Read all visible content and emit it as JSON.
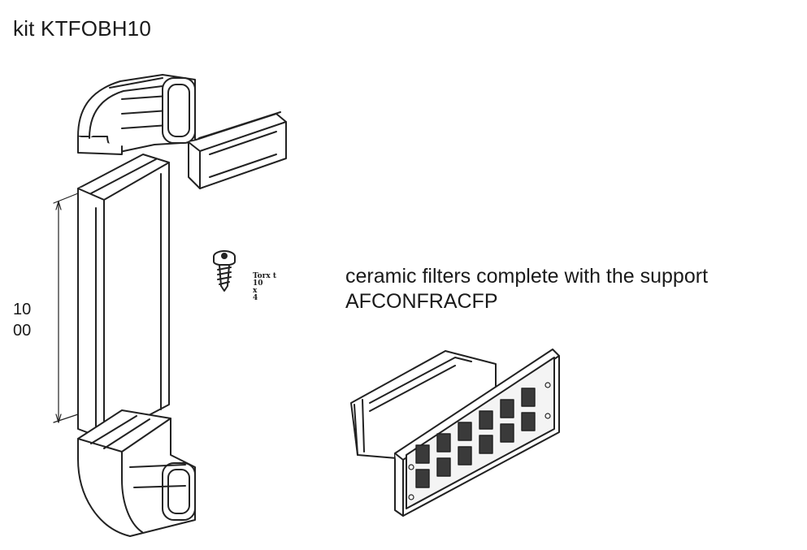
{
  "title": "kit KTFOBH10",
  "dimension": {
    "line1": "10",
    "line2": "00"
  },
  "screw_label": {
    "line1": "Torx t",
    "line2": "10",
    "line3": "x",
    "line4": "4"
  },
  "filters": {
    "description": "ceramic filters complete with the support",
    "code": "AFCONFRACFP"
  },
  "illustration": {
    "stroke_color": "#222222",
    "fill_color": "#ffffff"
  }
}
